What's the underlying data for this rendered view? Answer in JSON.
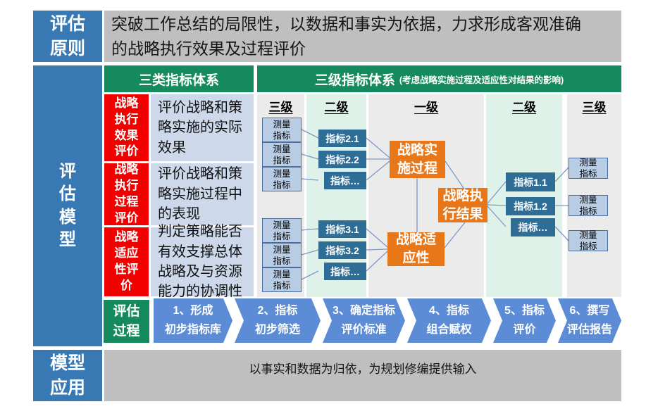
{
  "principle": {
    "label": "评估\n原则",
    "text": "突破工作总结的局限性，以数据和事实为依据，力求形成客观准确\n的战略执行效果及过程评价"
  },
  "model": {
    "label": "评\n估\n模\n型",
    "three_types": {
      "header": "三类指标体系",
      "items": [
        {
          "name": "战略\n执行\n效果\n评价",
          "desc": "评价战略和策\n略实施的实际\n效果"
        },
        {
          "name": "战略\n执行\n过程\n评价",
          "desc": "评价战略和策\n略实施过程中\n的表现"
        },
        {
          "name": "战略\n适应\n性评\n价",
          "desc": "判定策略能否\n有效支撑总体\n战略及与资源\n能力的协调性"
        }
      ]
    },
    "three_levels": {
      "header": "三级指标体系",
      "header_note": "(考虑战略实施过程及适应性对结果的影响)",
      "column_labels": [
        "三级",
        "二级",
        "一级",
        "二级",
        "三级"
      ],
      "measure_label": "测量\n指标",
      "group2": [
        "指标2.1",
        "指标2.2",
        "指标…"
      ],
      "group3": [
        "指标3.1",
        "指标3.2",
        "指标…"
      ],
      "group1": [
        "指标1.1",
        "指标1.2",
        "指标…"
      ],
      "level1": {
        "implementation": "战略实\n施过程",
        "result": "战略执\n行结果",
        "adaptability": "战略适\n应性"
      }
    },
    "process": {
      "label": "评估\n过程",
      "steps": [
        "1、形成\n初步指标库",
        "2、指标\n初步筛选",
        "3、确定指标\n评价标准",
        "4、指标\n组合赋权",
        "5、指标\n评价",
        "6、撰写\n评估报告"
      ]
    }
  },
  "application": {
    "label": "模型\n应用",
    "text": "以事实和数据为归依，为规划修编提供输入"
  },
  "colors": {
    "blue_label": "#3879B4",
    "green_header": "#148A5E",
    "red_label": "#F20000",
    "orange_node": "#E8771A",
    "indicator_blue": "#2E6D96",
    "measure_fill": "#B8CCE4",
    "chevron_blue": "#5C8CD6",
    "mint_column": "#DFF2E9",
    "gray_column": "#EBEBEB",
    "gray_box": "#BFBFBF"
  }
}
